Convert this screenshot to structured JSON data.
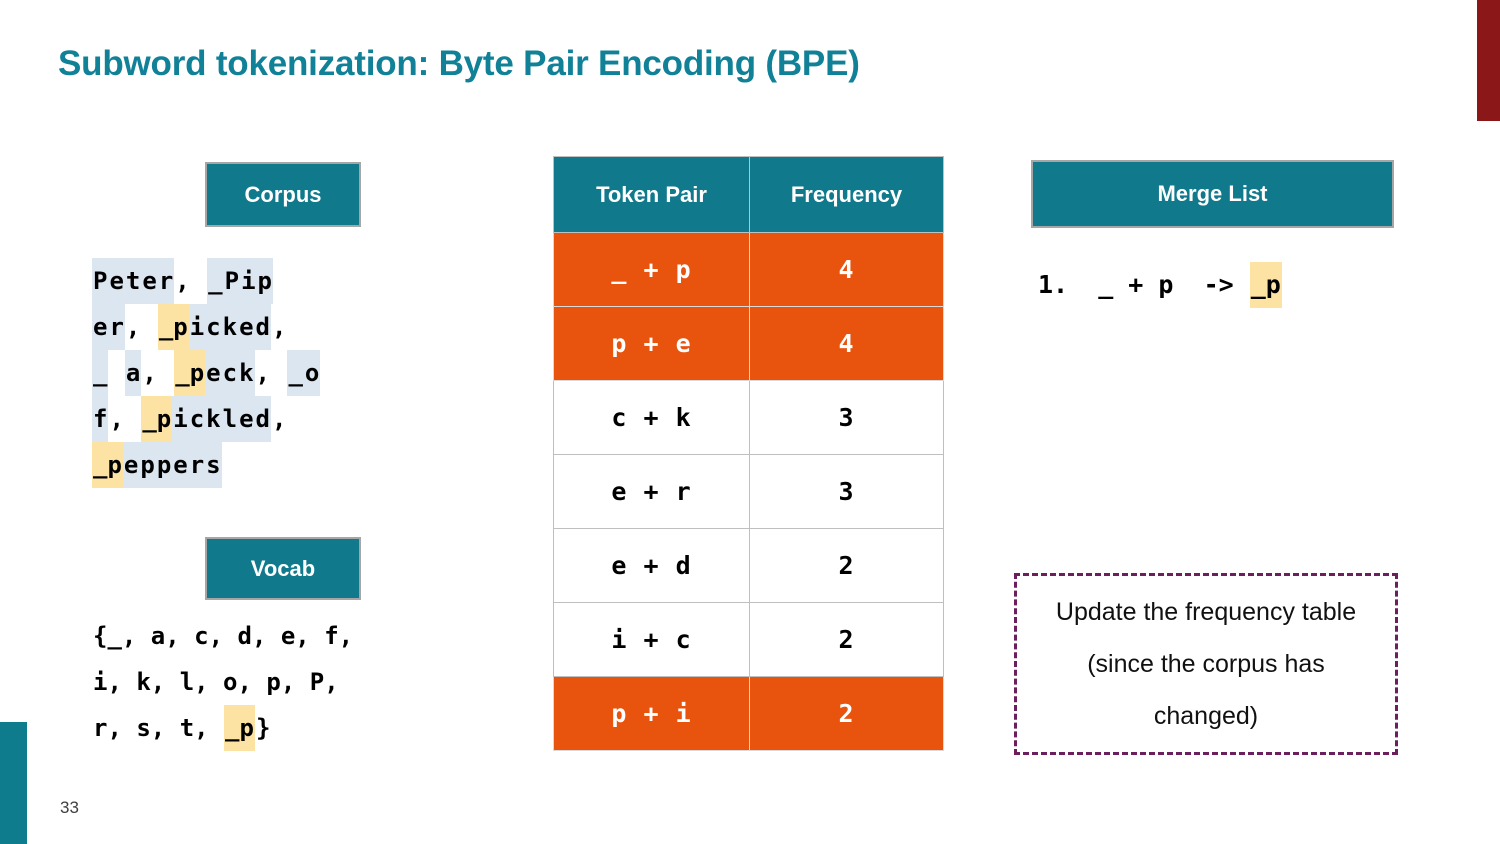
{
  "slide": {
    "title": "Subword tokenization: Byte Pair Encoding (BPE)",
    "page_number": "33",
    "accent_teal": "#10798C",
    "accent_orange": "#E8530E",
    "accent_dark_red": "#8C1718",
    "highlight_blue": "#DCE6F1",
    "highlight_yellow": "#FCE3A4",
    "callout_border": "#6B1F5C"
  },
  "corpus": {
    "header": "Corpus",
    "lines": [
      [
        {
          "t": "P",
          "h": "blue"
        },
        {
          "t": "e",
          "h": "blue"
        },
        {
          "t": "t",
          "h": "blue"
        },
        {
          "t": "e",
          "h": "blue"
        },
        {
          "t": "r",
          "h": "blue"
        },
        {
          "t": ",",
          "h": "none"
        },
        {
          "t": " ",
          "h": "none"
        },
        {
          "t": "_",
          "h": "blue"
        },
        {
          "t": "P",
          "h": "blue"
        },
        {
          "t": "i",
          "h": "blue"
        },
        {
          "t": "p",
          "h": "blue"
        }
      ],
      [
        {
          "t": "e",
          "h": "blue"
        },
        {
          "t": "r",
          "h": "blue"
        },
        {
          "t": ",",
          "h": "none"
        },
        {
          "t": " ",
          "h": "none"
        },
        {
          "t": "_p",
          "h": "yellow"
        },
        {
          "t": "i",
          "h": "blue"
        },
        {
          "t": "c",
          "h": "blue"
        },
        {
          "t": "k",
          "h": "blue"
        },
        {
          "t": "e",
          "h": "blue"
        },
        {
          "t": "d",
          "h": "blue"
        },
        {
          "t": ",",
          "h": "none"
        }
      ],
      [
        {
          "t": "_",
          "h": "blue"
        },
        {
          "t": " ",
          "h": "none"
        },
        {
          "t": "a",
          "h": "blue"
        },
        {
          "t": ",",
          "h": "none"
        },
        {
          "t": " ",
          "h": "none"
        },
        {
          "t": "_p",
          "h": "yellow"
        },
        {
          "t": "e",
          "h": "blue"
        },
        {
          "t": "c",
          "h": "blue"
        },
        {
          "t": "k",
          "h": "blue"
        },
        {
          "t": ",",
          "h": "none"
        },
        {
          "t": " ",
          "h": "none"
        },
        {
          "t": "_",
          "h": "blue"
        },
        {
          "t": "o",
          "h": "blue"
        }
      ],
      [
        {
          "t": "f",
          "h": "blue"
        },
        {
          "t": ",",
          "h": "none"
        },
        {
          "t": " ",
          "h": "none"
        },
        {
          "t": "_p",
          "h": "yellow"
        },
        {
          "t": "i",
          "h": "blue"
        },
        {
          "t": "c",
          "h": "blue"
        },
        {
          "t": "k",
          "h": "blue"
        },
        {
          "t": "l",
          "h": "blue"
        },
        {
          "t": "e",
          "h": "blue"
        },
        {
          "t": "d",
          "h": "blue"
        },
        {
          "t": ",",
          "h": "none"
        }
      ],
      [
        {
          "t": "_p",
          "h": "yellow"
        },
        {
          "t": "e",
          "h": "blue"
        },
        {
          "t": "p",
          "h": "blue"
        },
        {
          "t": "p",
          "h": "blue"
        },
        {
          "t": "e",
          "h": "blue"
        },
        {
          "t": "r",
          "h": "blue"
        },
        {
          "t": "s",
          "h": "blue"
        }
      ]
    ]
  },
  "vocab": {
    "header": "Vocab",
    "lines": [
      [
        {
          "t": "{_, a, c, d, e, f,",
          "h": "none"
        }
      ],
      [
        {
          "t": "i, k, l, o, p, P,",
          "h": "none"
        }
      ],
      [
        {
          "t": "r, s, t, ",
          "h": "none"
        },
        {
          "t": "_p",
          "h": "yellow"
        },
        {
          "t": "}",
          "h": "none"
        }
      ]
    ]
  },
  "frequency_table": {
    "columns": [
      "Token Pair",
      "Frequency"
    ],
    "rows": [
      {
        "pair": "_ + p",
        "frequency": "4",
        "highlighted": true
      },
      {
        "pair": "p + e",
        "frequency": "4",
        "highlighted": true
      },
      {
        "pair": "c + k",
        "frequency": "3",
        "highlighted": false
      },
      {
        "pair": "e + r",
        "frequency": "3",
        "highlighted": false
      },
      {
        "pair": "e + d",
        "frequency": "2",
        "highlighted": false
      },
      {
        "pair": "i + c",
        "frequency": "2",
        "highlighted": false
      },
      {
        "pair": "p + i",
        "frequency": "2",
        "highlighted": true
      }
    ]
  },
  "merge_list": {
    "header": "Merge List",
    "entries": [
      [
        {
          "t": "1.  _ + p  -> ",
          "h": "none"
        },
        {
          "t": "_p",
          "h": "yellow"
        }
      ]
    ]
  },
  "callout": {
    "text": "Update the frequency table (since the corpus has changed)"
  }
}
